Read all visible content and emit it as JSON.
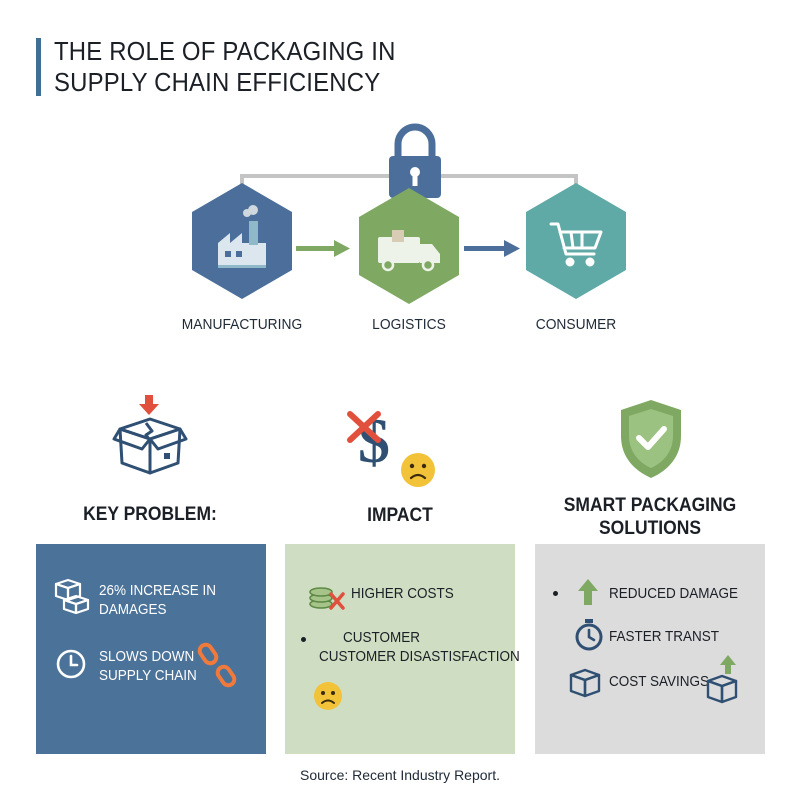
{
  "title": {
    "line1": "THE ROLE OF PACKAGING IN",
    "line2": "SUPPLY CHAIN EFFICIENCY"
  },
  "stages": [
    {
      "label": "MANUFACTURING",
      "icon": "factory-icon",
      "color": "#4b6f9a"
    },
    {
      "label": "LOGISTICS",
      "icon": "truck-icon",
      "color": "#7fa962"
    },
    {
      "label": "CONSUMER",
      "icon": "shopping-cart-icon",
      "color": "#5fa9a6"
    }
  ],
  "connector_icon": "padlock-icon",
  "columns": {
    "problem": {
      "heading": "KEY PROBLEM:",
      "icon": "damaged-box-icon",
      "items": [
        {
          "text": "26% INCREASE IN\nDAMAGES",
          "icon": "broken-boxes-icon"
        },
        {
          "text": "SLOWS DOWN\nSUPPLY CHAIN",
          "icon": "clock-icon",
          "extra_icon": "broken-chain-icon"
        }
      ]
    },
    "impact": {
      "heading": "IMPACT",
      "icon": "dollar-sad-icon",
      "items": [
        {
          "text": "HIGHER COSTS",
          "icon": "coins-cross-icon"
        },
        {
          "text_line1": "CUSTOMER",
          "text_line2": "CUSTOMER DISASTISFACTION"
        },
        {
          "icon": "sad-face-icon"
        }
      ]
    },
    "solutions": {
      "heading_line1": "SMART PACKAGING",
      "heading_line2": "SOLUTIONS",
      "icon": "shield-check-icon",
      "items": [
        {
          "text": "REDUCED DAMAGE",
          "icon": "arrow-up-icon"
        },
        {
          "text": "FASTER TRANST",
          "icon": "stopwatch-icon"
        },
        {
          "text": "COST SAVINGS",
          "icon": "box-icon",
          "extra_icon": "box-arrow-up-icon"
        }
      ]
    }
  },
  "colors": {
    "accent_blue": "#4b7298",
    "accent_green": "#7fa962",
    "accent_teal": "#5fa9a6",
    "alert_red": "#e0503c",
    "warning_yellow": "#f2c238"
  },
  "source": "Source: Recent Industry Report."
}
